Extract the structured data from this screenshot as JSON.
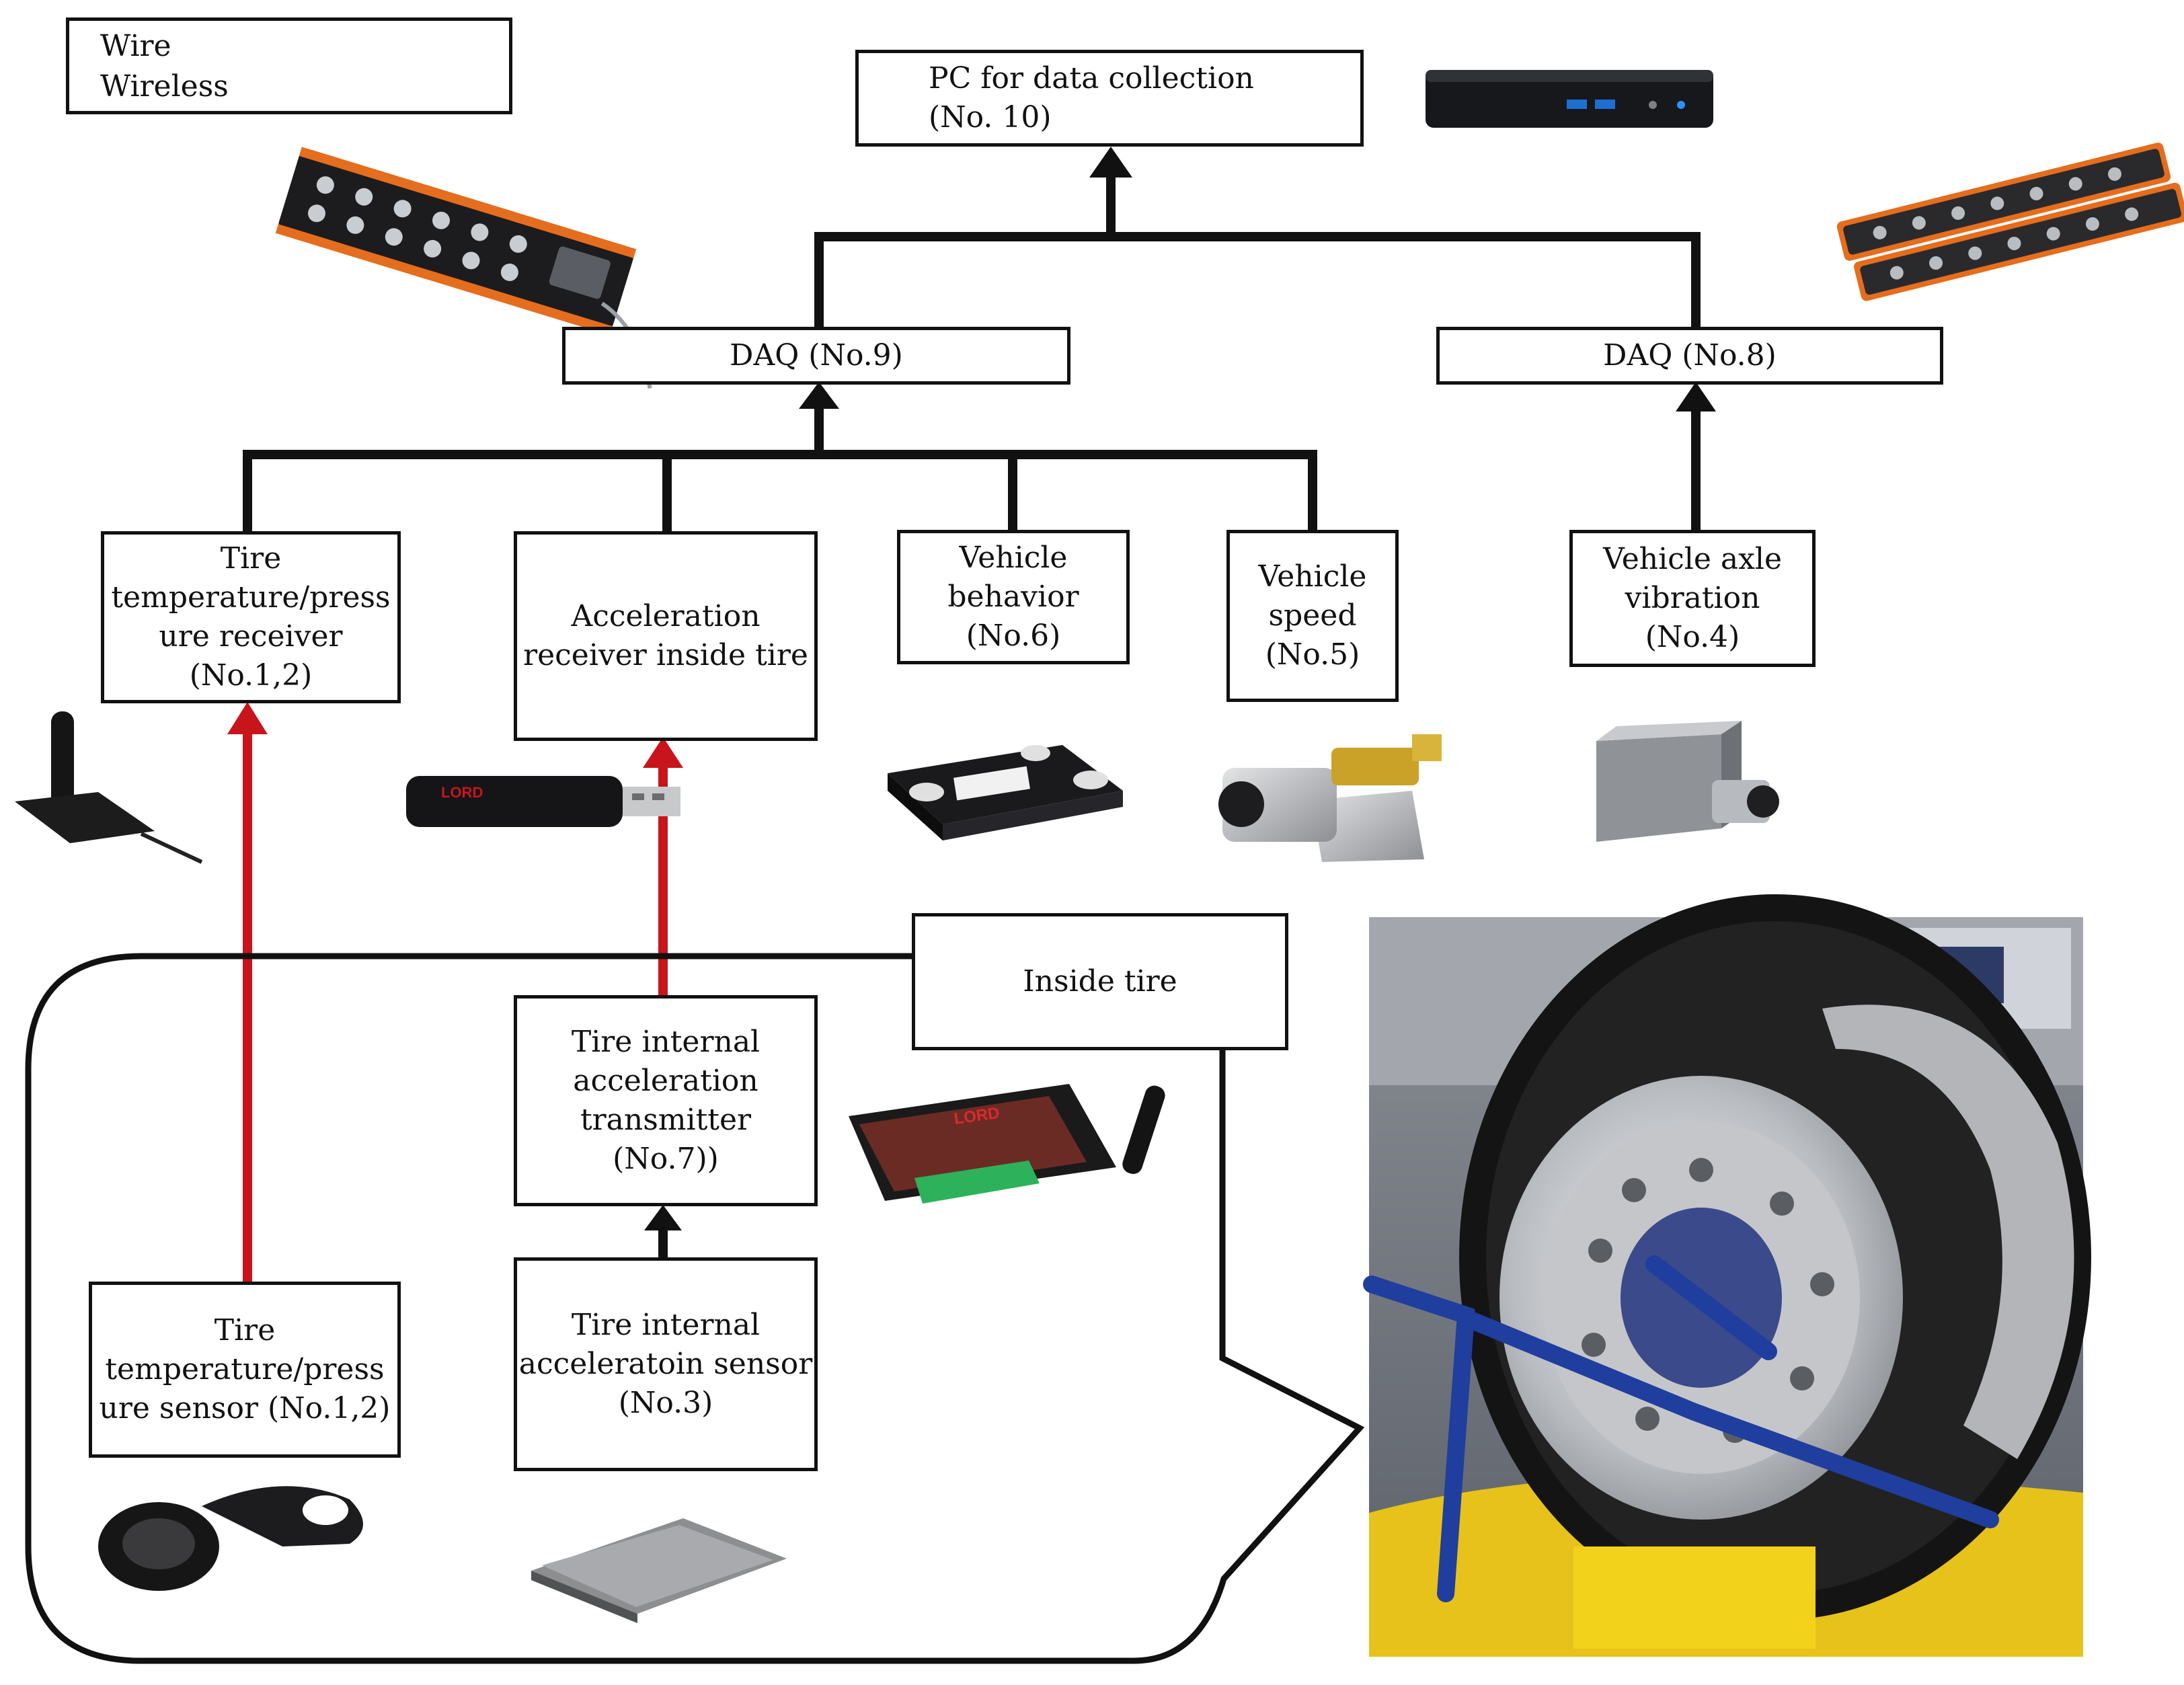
{
  "legend": {
    "wire_label": "Wire",
    "wireless_label": "Wireless"
  },
  "colors": {
    "wire": "#111111",
    "wireless": "#c8151b"
  },
  "nodes": {
    "pc": {
      "lines": [
        "PC for data collection",
        "(No. 10)"
      ]
    },
    "daq9": {
      "lines": [
        "DAQ (No.9)"
      ]
    },
    "daq8": {
      "lines": [
        "DAQ (No.8)"
      ]
    },
    "tpms_receiver": {
      "lines": [
        "Tire",
        "temperature/press",
        "ure receiver",
        "(No.1,2)"
      ]
    },
    "accel_receiver": {
      "lines": [
        "Acceleration",
        "receiver inside tire"
      ]
    },
    "vehicle_behavior": {
      "lines": [
        "Vehicle",
        "behavior",
        "(No.6)"
      ]
    },
    "vehicle_speed": {
      "lines": [
        "Vehicle",
        "speed",
        "(No.5)"
      ]
    },
    "axle_vibration": {
      "lines": [
        "Vehicle axle",
        "vibration",
        "(No.4)"
      ]
    },
    "inside_tire": {
      "lines": [
        "Inside tire"
      ]
    },
    "accel_transmitter": {
      "lines": [
        "Tire internal",
        "acceleration",
        "transmitter",
        "(No.7))"
      ]
    },
    "tpms_sensor": {
      "lines": [
        "Tire",
        "temperature/press",
        "ure sensor (No.1,2)"
      ]
    },
    "accel_sensor": {
      "lines": [
        "Tire internal",
        "acceleratoin sensor",
        "(No.3)"
      ]
    }
  },
  "device_labels": {
    "lord_brand": "LORD"
  }
}
